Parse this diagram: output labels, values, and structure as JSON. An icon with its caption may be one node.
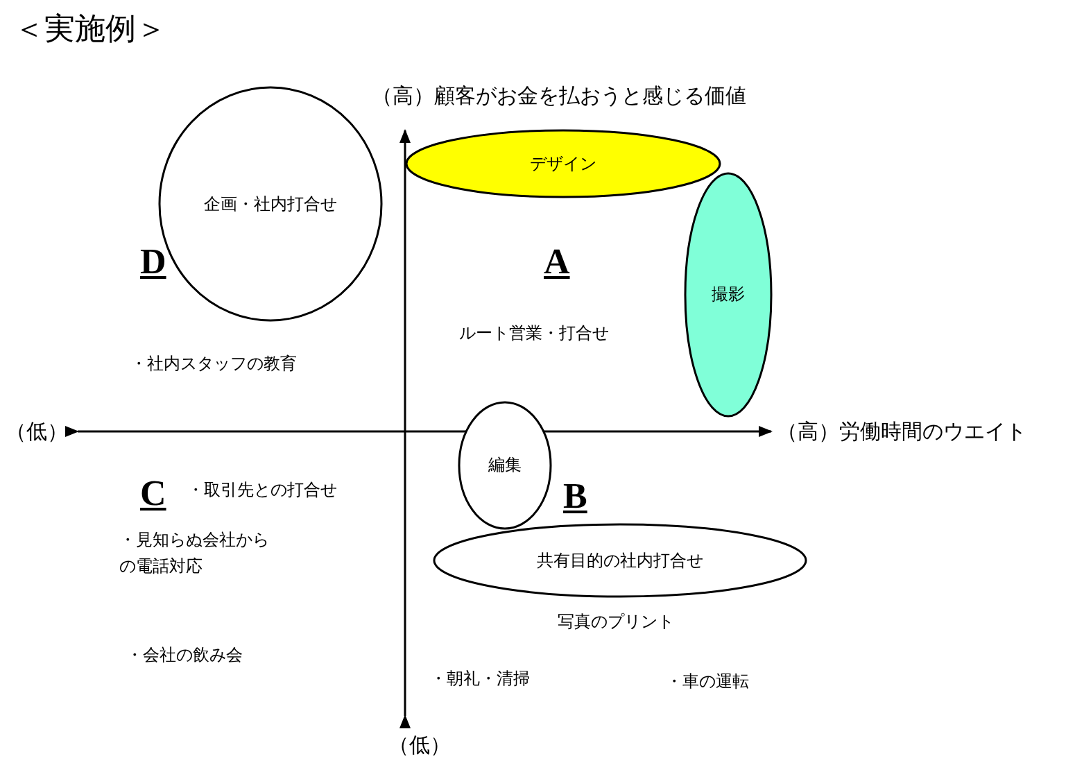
{
  "diagram": {
    "title": "＜実施例＞",
    "nodes": [
      {
        "text": [
          "企画・社内打合せ"
        ]
      },
      {
        "text": [
          "デザイン"
        ]
      },
      {
        "text": [
          "撮影"
        ]
      },
      {
        "text": [
          "編集"
        ]
      },
      {
        "text": [
          "共有目的の社内打合せ"
        ]
      }
    ],
    "edges": [],
    "labels": [
      "（高）顧客がお金を払おうと感じる価値",
      "D",
      "A",
      "ルート営業・打合せ",
      "・社内スタッフの教育",
      "（低）",
      "（高）労働時間のウエイト",
      "C",
      "・取引先との打合せ",
      "B",
      "・見知らぬ会社からの電話対応",
      "写真のプリント",
      "・会社の飲み会",
      "・朝礼・清掃",
      "・車の運転",
      "（低）"
    ]
  }
}
